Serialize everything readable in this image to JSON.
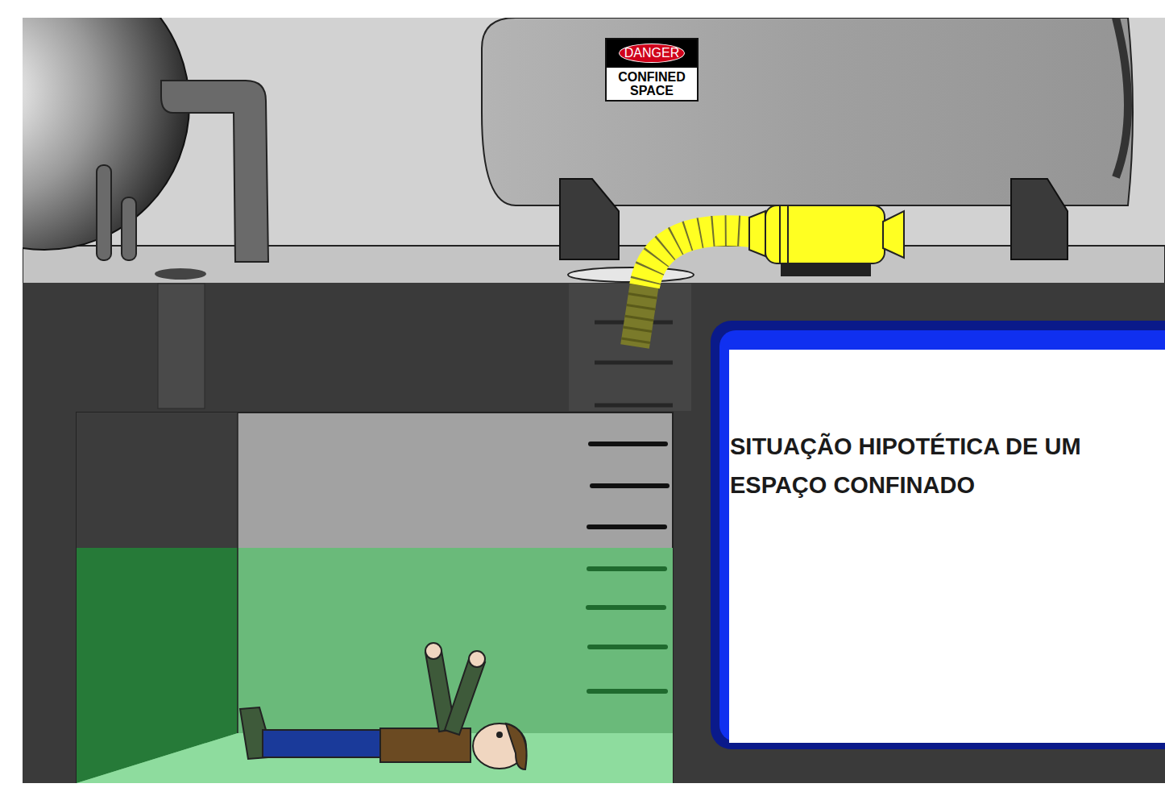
{
  "diagram": {
    "nodes": [
      {
        "text": [
          "DANGER",
          "CONFINED SPACE"
        ]
      },
      {
        "text": [
          "SITUAÇÃO HIPOTÉTICA DE UM ESPAÇO CONFINADO"
        ]
      }
    ],
    "edges": []
  }
}
